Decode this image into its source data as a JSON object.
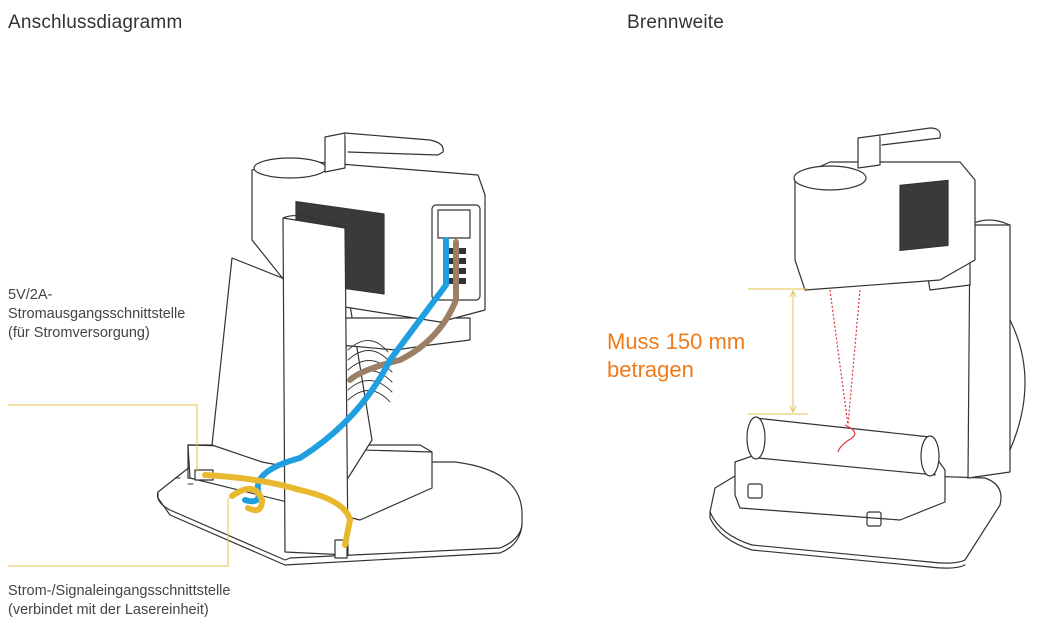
{
  "headings": {
    "left": "Anschlussdiagramm",
    "right": "Brennweite"
  },
  "labels": {
    "power_output": [
      "5V/2A-",
      "Stromausgangsschnittstelle",
      "(für Stromversorgung)"
    ],
    "power_input": [
      "Strom-/Signaleingangsschnittstelle",
      "(verbindet mit der Lasereinheit)"
    ],
    "focal_requirement": [
      "Muss 150 mm",
      "betragen"
    ]
  },
  "colors": {
    "outline": "#333333",
    "blue_cable": "#1f9fe0",
    "brown_cable": "#9b8065",
    "yellow_cable": "#e8b82e",
    "callout_line": "#e3c252",
    "focal_text": "#f07a1a",
    "laser_beam": "#e0323a"
  }
}
